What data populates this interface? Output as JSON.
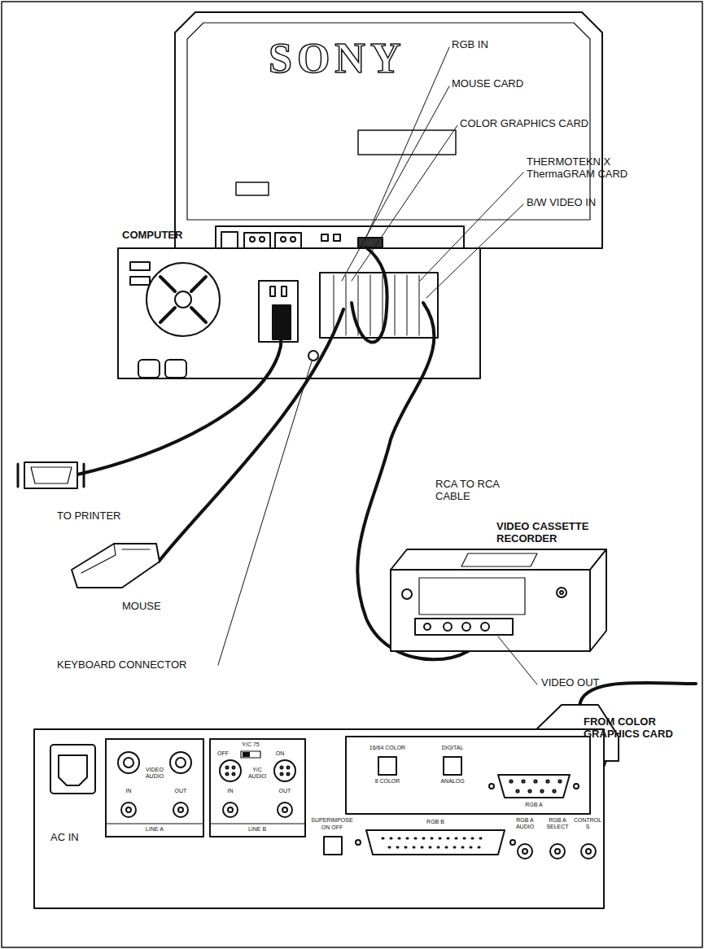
{
  "diagram": {
    "labels": [
      "SONY",
      "RGB IN",
      "MOUSE CARD",
      "COLOR GRAPHICS CARD",
      "COMPUTER",
      "THERMOTEKNIX ThermaGRAM CARD",
      "B/W VIDEO IN",
      "TO PRINTER",
      "RCA TO RCA CABLE",
      "MOUSE",
      "VIDEO CASSETTE RECORDER",
      "KEYBOARD CONNECTOR",
      "VIDEO OUT",
      "FROM COLOR GRAPHICS CARD",
      "AC IN",
      "VIDEO",
      "AUDIO",
      "IN",
      "OUT",
      "LINE A",
      "Y/C 75",
      "OFF",
      "ON",
      "Y/C",
      "AUDIO",
      "IN",
      "OUT",
      "LINE B",
      "16/64 COLOR",
      "8 COLOR",
      "DIGITAL",
      "ANALOG",
      "RGB A",
      "SUPERIMPOSE",
      "ON OFF",
      "RGB B",
      "RGB A AUDIO",
      "RGB A SELECT",
      "CONTROL S"
    ]
  }
}
